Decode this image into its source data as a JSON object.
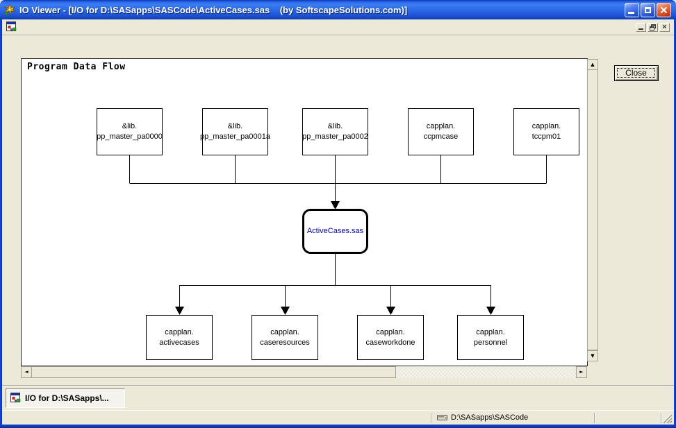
{
  "window": {
    "title": "IO Viewer - [I/O for D:\\SASapps\\SASCode\\ActiveCases.sas    (by SoftscapeSolutions.com)]"
  },
  "diagram": {
    "title": "Program Data Flow",
    "input_nodes": [
      {
        "line1": "&lib.",
        "line2": "pp_master_pa0000"
      },
      {
        "line1": "&lib.",
        "line2": "pp_master_pa0001a"
      },
      {
        "line1": "&lib.",
        "line2": "pp_master_pa0002"
      },
      {
        "line1": "capplan.",
        "line2": "ccpmcase"
      },
      {
        "line1": "capplan.",
        "line2": "tccpm01"
      }
    ],
    "center_node": {
      "label": "ActiveCases.sas"
    },
    "output_nodes": [
      {
        "line1": "capplan.",
        "line2": "activecases"
      },
      {
        "line1": "capplan.",
        "line2": "caseresources"
      },
      {
        "line1": "capplan.",
        "line2": "caseworkdone"
      },
      {
        "line1": "capplan.",
        "line2": "personnel"
      }
    ]
  },
  "buttons": {
    "close_label": "Close"
  },
  "taskbar": {
    "task_label": "I/O for D:\\SASapps\\..."
  },
  "statusbar": {
    "path": "D:\\SASapps\\SASCode"
  },
  "icons": {
    "scroll_up": "▲",
    "scroll_down": "▼",
    "scroll_left": "◄",
    "scroll_right": "►",
    "mdi_close": "×"
  },
  "colors": {
    "titlebar_blue": "#2b66e8",
    "window_border_blue": "#1746cc",
    "face": "#ece9d8",
    "center_node_text": "#0000a8",
    "close_button_red": "#d44a20"
  }
}
